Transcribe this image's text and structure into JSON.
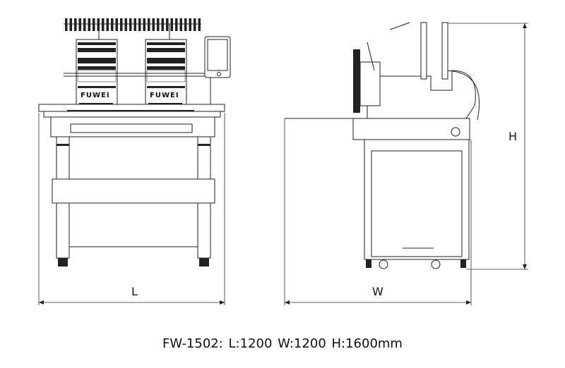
{
  "front_view": {
    "brand_logo": "FUWEI",
    "head_count": 2
  },
  "dimensions": {
    "length_label": "L",
    "width_label": "W",
    "height_label": "H"
  },
  "caption": "FW-1502:  L:1200  W:1200  H:1600mm"
}
